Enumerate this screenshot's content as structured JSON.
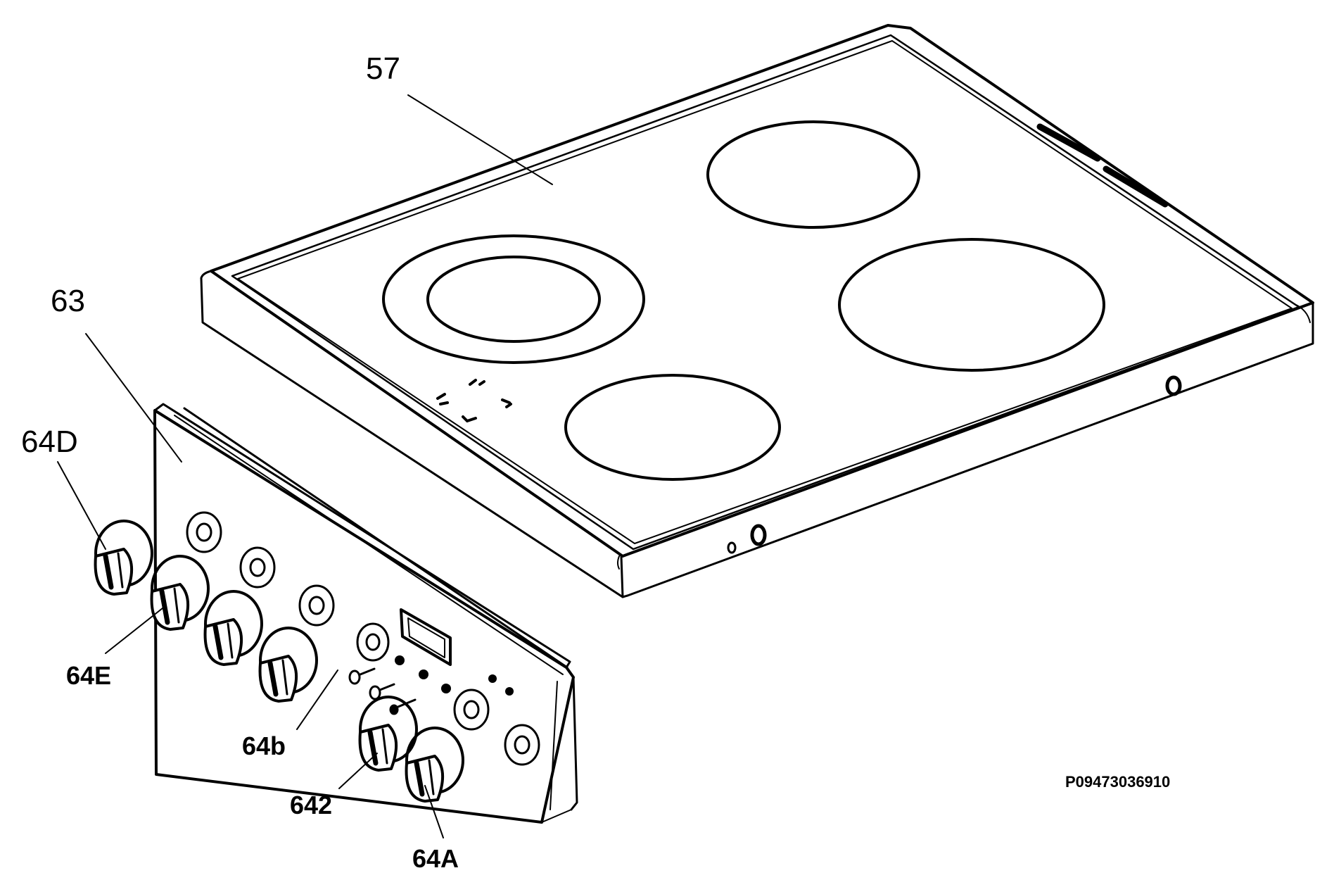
{
  "labels": {
    "hob": "57",
    "panel": "63",
    "knob_d": "64D",
    "knob_e": "64E",
    "screw": "64b",
    "knob_642": "642",
    "knob_a": "64A"
  },
  "drawing_id": "P09473036910"
}
